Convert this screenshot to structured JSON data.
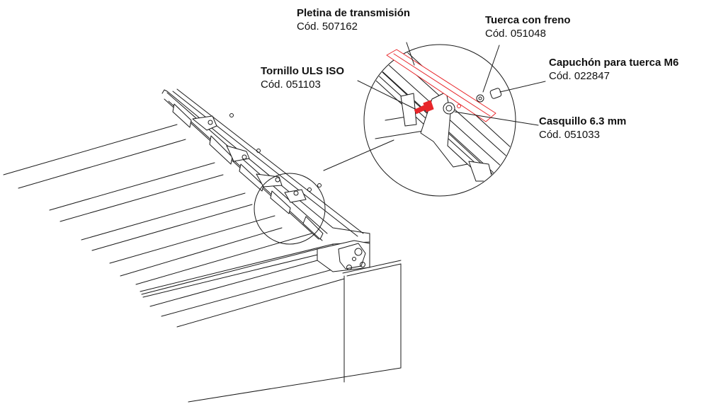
{
  "labels": {
    "pletina": {
      "name": "Pletina de transmisión",
      "code": "Cód. 507162"
    },
    "tuerca": {
      "name": "Tuerca con freno",
      "code": "Cód. 051048"
    },
    "capuchon": {
      "name": "Capuchón para tuerca M6",
      "code": "Cód. 022847"
    },
    "tornillo": {
      "name": "Tornillo ULS ISO",
      "code": "Cód. 051103"
    },
    "casquillo": {
      "name": "Casquillo 6.3 mm",
      "code": "Cód. 051033"
    }
  },
  "colors": {
    "highlight": "#e8262a",
    "line": "#1a1a1a"
  }
}
